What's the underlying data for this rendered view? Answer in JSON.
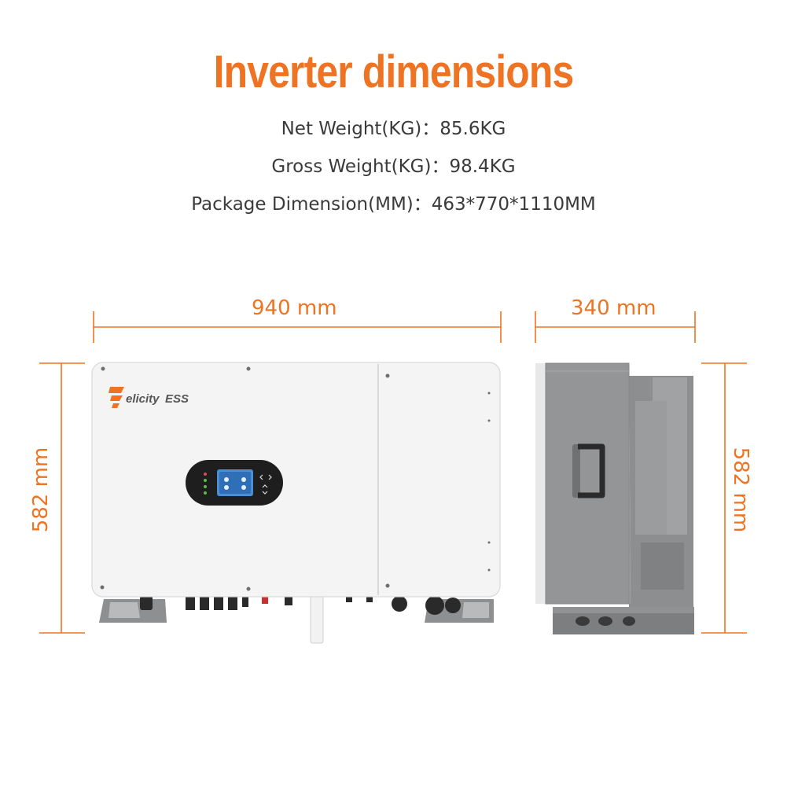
{
  "title": "Inverter dimensions",
  "specs": {
    "net_weight": "Net Weight(KG)：85.6KG",
    "gross_weight": "Gross Weight(KG)：98.4KG",
    "package_dimension": "Package Dimension(MM)：463*770*1110MM"
  },
  "dimensions": {
    "front_width": "940 mm",
    "side_depth": "340 mm",
    "front_height": "582 mm",
    "side_height": "582 mm"
  },
  "brand": {
    "logo_text": "FelicityESS",
    "accent_color": "#ee7322"
  },
  "colors": {
    "accent": "#ee7322",
    "body_white": "#f4f4f4",
    "side_grey": "#8f9193"
  }
}
